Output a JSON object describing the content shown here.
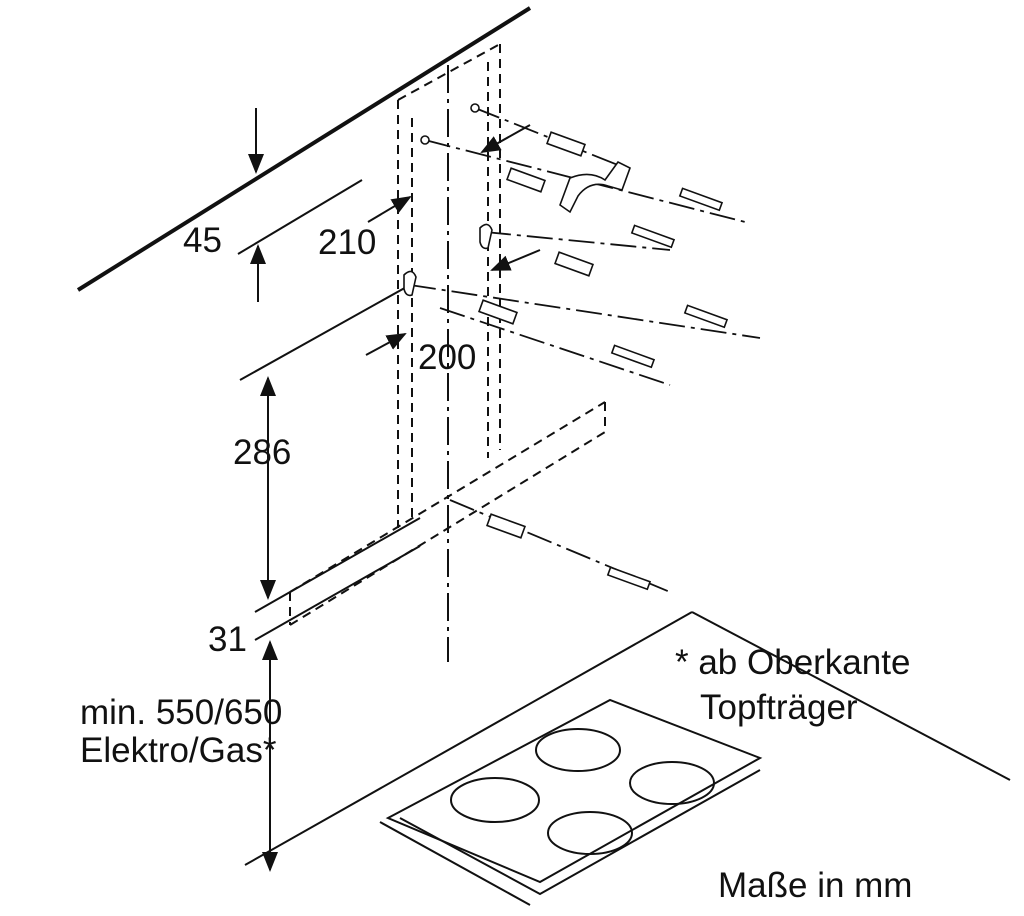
{
  "dimensions": {
    "d45": "45",
    "d210": "210",
    "d200": "200",
    "d286": "286",
    "d31": "31",
    "min_height_line1": "min. 550/650",
    "min_height_line2": "Elektro/Gas*"
  },
  "notes": {
    "footnote_line1": "* ab Oberkante",
    "footnote_line2": "Topfträger",
    "units": "Maße in mm"
  },
  "colors": {
    "line": "#111111",
    "background": "#ffffff"
  }
}
